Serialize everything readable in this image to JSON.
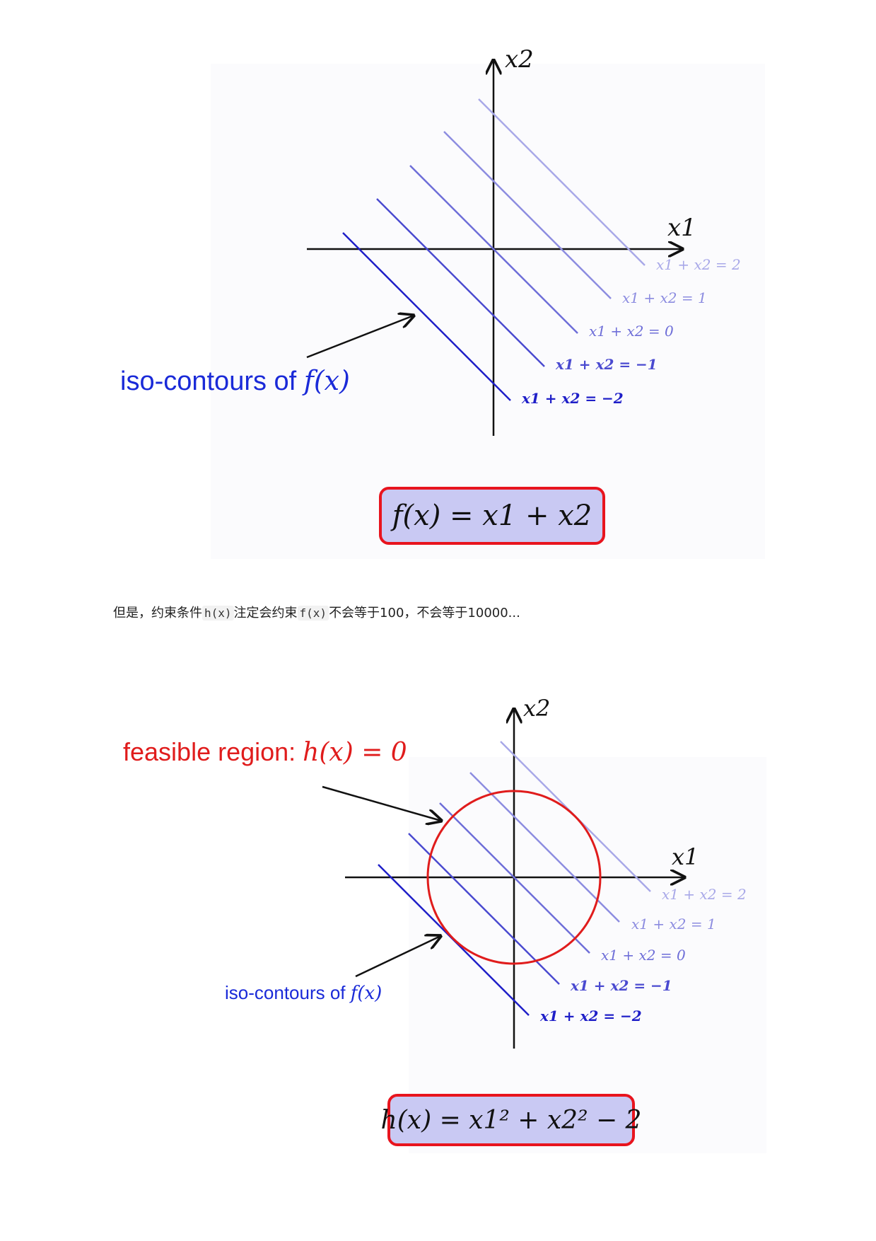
{
  "figure1": {
    "axis_x_label": "x1",
    "axis_y_label": "x2",
    "contours": [
      {
        "label": "x1 + x2 = 2",
        "color": "#a8a8e8"
      },
      {
        "label": "x1 + x2 = 1",
        "color": "#8c8ce0"
      },
      {
        "label": "x1 + x2 = 0",
        "color": "#6e6ed8"
      },
      {
        "label": "x1 + x2 = −1",
        "color": "#4a4ad0"
      },
      {
        "label": "x1 + x2 = −2",
        "color": "#1f1fc8"
      }
    ],
    "caption_text": "iso-contours of ",
    "caption_fx": "f(x)",
    "formula": "f(x) = x1 + x2"
  },
  "paragraph": {
    "before_h": "但是，约束条件",
    "code_h": "h(x)",
    "between": "注定会约束",
    "code_f": "f(x)",
    "after": "不会等于100，不会等于10000..."
  },
  "figure2": {
    "axis_x_label": "x1",
    "axis_y_label": "x2",
    "region_label_text": "feasible region: ",
    "region_label_math": "h(x) = 0",
    "contours": [
      {
        "label": "x1 + x2 = 2",
        "color": "#a8a8e8"
      },
      {
        "label": "x1 + x2 = 1",
        "color": "#8c8ce0"
      },
      {
        "label": "x1 + x2 = 0",
        "color": "#6e6ed8"
      },
      {
        "label": "x1 + x2 = −1",
        "color": "#4a4ad0"
      },
      {
        "label": "x1 + x2 = −2",
        "color": "#1f1fc8"
      }
    ],
    "circle_color": "#e01c1c",
    "caption_text": "iso-contours of ",
    "caption_fx": "f(x)",
    "formula": "h(x) = x1² + x2² − 2"
  }
}
